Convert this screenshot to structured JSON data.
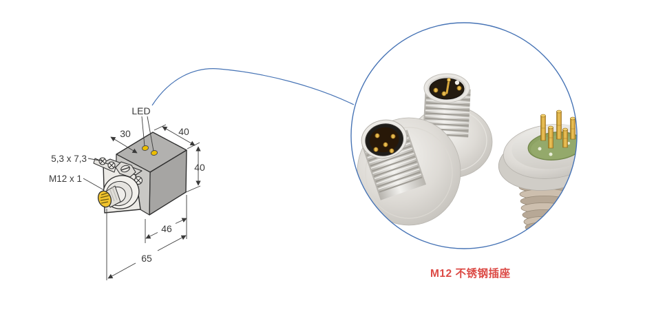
{
  "figure": {
    "labels": {
      "led": "LED",
      "slot": "5,3 x 7,3",
      "thread": "M12 x 1"
    },
    "dimensions": {
      "top_edge": "30",
      "top_depth": "40",
      "height": "40",
      "bottom_inner": "46",
      "bottom_outer": "65"
    }
  },
  "callout": {
    "caption": "M12 不锈钢插座",
    "connector_views": [
      "m12-front-5pin-connector",
      "m12-tilted-4pin-connector",
      "m12-rear-pcb-pin-connector"
    ]
  },
  "colors": {
    "accent_blue": "#4673b5",
    "caption_red": "#dc4a45",
    "line_dark": "#2f2f2f",
    "dimension_text": "#3a3a3a",
    "body_top_gray": "#b2b1af",
    "body_side_gray": "#a6a5a3",
    "head_face_light": "#eceae6",
    "led_yellow": "#edbe00",
    "connector_tip_yellow": "#f1c32d",
    "pin_gold": "#eab043",
    "pcb_green": "#8ca263",
    "steel_light": "#f2f1ee",
    "steel_shadow": "#c2bfb9"
  }
}
